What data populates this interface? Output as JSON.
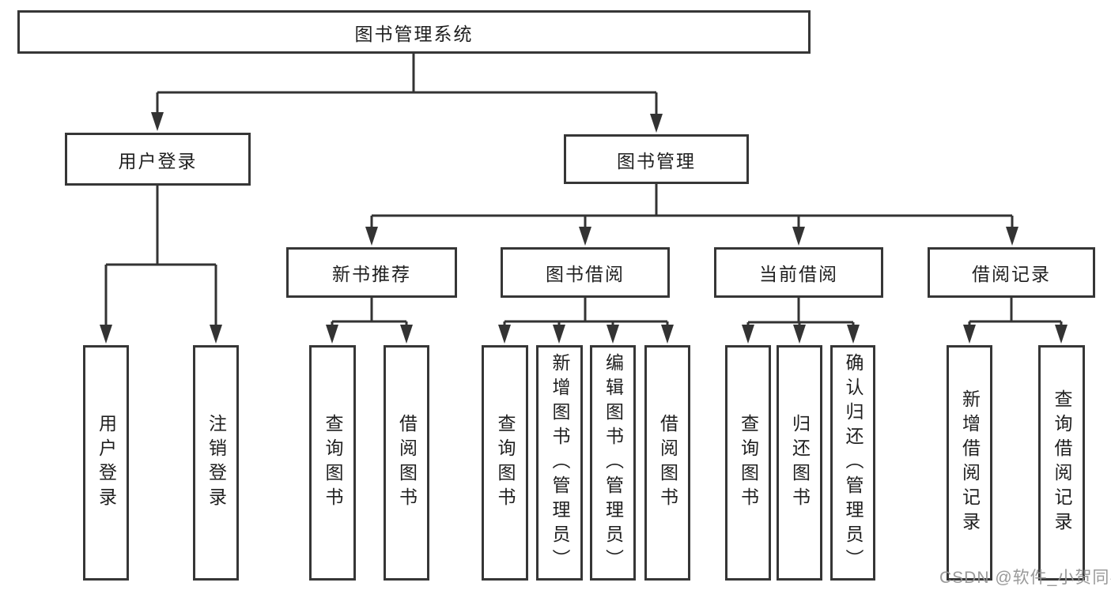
{
  "title": "图书管理系统",
  "watermark": {
    "text": "CSDN @软件_小贺同学"
  },
  "colors": {
    "line": "#333333",
    "box_border": "#363636",
    "box_background": "#ffffff",
    "text": "#1f1f1f",
    "watermark": "#949494",
    "background": "#ffffff"
  },
  "tree": {
    "root": {
      "label": "图书管理系统",
      "children": [
        {
          "label": "用户登录",
          "children": [
            {
              "label": "用户登录"
            },
            {
              "label": "注销登录"
            }
          ]
        },
        {
          "label": "图书管理",
          "children": [
            {
              "label": "新书推荐",
              "children": [
                {
                  "label": "查询图书"
                },
                {
                  "label": "借阅图书"
                }
              ]
            },
            {
              "label": "图书借阅",
              "children": [
                {
                  "label": "查询图书"
                },
                {
                  "label": "新增图书（管理员）"
                },
                {
                  "label": "编辑图书（管理员）"
                },
                {
                  "label": "借阅图书"
                }
              ]
            },
            {
              "label": "当前借阅",
              "children": [
                {
                  "label": "查询图书"
                },
                {
                  "label": "归还图书"
                },
                {
                  "label": "确认归还（管理员）"
                }
              ]
            },
            {
              "label": "借阅记录",
              "children": [
                {
                  "label": "新增借阅记录"
                },
                {
                  "label": "查询借阅记录"
                }
              ]
            }
          ]
        }
      ]
    }
  }
}
